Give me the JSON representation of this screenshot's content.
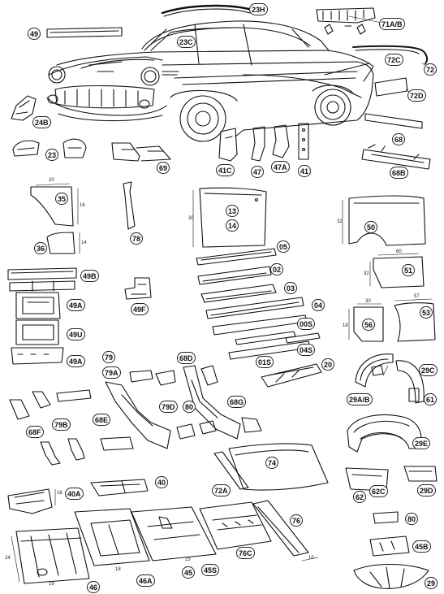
{
  "labels": {
    "p23h": "23H",
    "p49": "49",
    "p71ab": "71A/B",
    "p23c": "23C",
    "p72c": "72C",
    "p72": "72",
    "p72d": "72D",
    "p24b": "24B",
    "p68": "68",
    "p23": "23",
    "p69": "69",
    "p41c": "41C",
    "p47": "47",
    "p47a": "47A",
    "p41": "41",
    "p68b": "68B",
    "p35": "35",
    "p13": "13",
    "p14": "14",
    "p50": "50",
    "p36": "36",
    "p78": "78",
    "p05": "05",
    "p51": "51",
    "p49b": "49B",
    "p02": "02",
    "p03": "03",
    "p49a_top": "49A",
    "p49f": "49F",
    "p04": "04",
    "p56": "56",
    "p53": "53",
    "p49u": "49U",
    "p00s": "00S",
    "p04s": "04S",
    "p49a_bot": "49A",
    "p01s": "01S",
    "p20": "20",
    "p79": "79",
    "p68d": "68D",
    "p79a": "79A",
    "p29c": "29C",
    "p29ab": "29A/B",
    "p61": "61",
    "p79d": "79D",
    "p80a": "80",
    "p68g": "68G",
    "p68f": "68F",
    "p79b": "79B",
    "p68e": "68E",
    "p29e": "29E",
    "p74": "74",
    "p40": "40",
    "p72a": "72A",
    "p62": "62",
    "p62c": "62C",
    "p29d": "29D",
    "p40a": "40A",
    "p80b": "80",
    "p76": "76",
    "p45b": "45B",
    "p76c": "76C",
    "p46": "46",
    "p46a": "46A",
    "p45": "45",
    "p45s": "45S",
    "p29": "29"
  },
  "dims": {
    "d35w": "20",
    "d35h": "16",
    "d36h": "14",
    "d13h": "30",
    "d50h": "32",
    "d51w": "60",
    "d51h": "32",
    "d56w": "30",
    "d56h": "18",
    "d53w": "57",
    "d40a": "16",
    "d46h": "24",
    "d46w": "19",
    "d46aw": "18",
    "d45w": "23",
    "d76w": "10"
  }
}
